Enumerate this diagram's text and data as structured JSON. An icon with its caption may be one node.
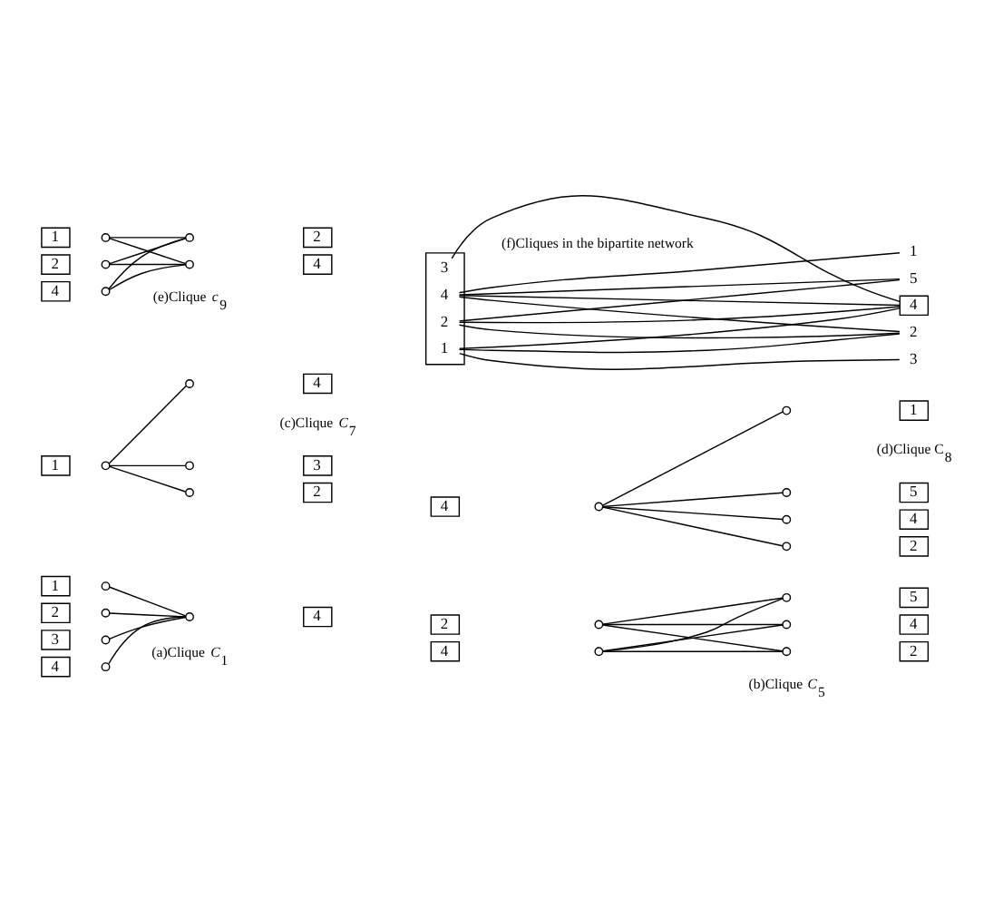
{
  "diagram": {
    "nodes": [
      {
        "text": [
          "1"
        ]
      },
      {
        "text": [
          "2"
        ]
      },
      {
        "text": [
          "3"
        ]
      },
      {
        "text": [
          "4"
        ]
      },
      {
        "text": [],
        "shape": "circle"
      },
      {
        "text": [],
        "shape": "circle"
      },
      {
        "text": [],
        "shape": "circle"
      },
      {
        "text": [],
        "shape": "circle"
      },
      {
        "text": [],
        "shape": "circle"
      },
      {
        "text": [
          "4"
        ]
      },
      {
        "text": [
          "2"
        ]
      },
      {
        "text": [
          "4"
        ]
      },
      {
        "text": [],
        "shape": "circle"
      },
      {
        "text": [],
        "shape": "circle"
      },
      {
        "text": [],
        "shape": "circle"
      },
      {
        "text": [],
        "shape": "circle"
      },
      {
        "text": [],
        "shape": "circle"
      },
      {
        "text": [
          "2"
        ]
      },
      {
        "text": [
          "4"
        ]
      },
      {
        "text": [
          "5"
        ]
      },
      {
        "text": [
          "1"
        ]
      },
      {
        "text": [],
        "shape": "circle"
      },
      {
        "text": [],
        "shape": "circle"
      },
      {
        "text": [],
        "shape": "circle"
      },
      {
        "text": [],
        "shape": "circle"
      },
      {
        "text": [
          "2"
        ]
      },
      {
        "text": [
          "3"
        ]
      },
      {
        "text": [
          "4"
        ]
      },
      {
        "text": [
          "4"
        ]
      },
      {
        "text": [],
        "shape": "circle"
      },
      {
        "text": [],
        "shape": "circle"
      },
      {
        "text": [],
        "shape": "circle"
      },
      {
        "text": [],
        "shape": "circle"
      },
      {
        "text": [],
        "shape": "circle"
      },
      {
        "text": [
          "1"
        ]
      },
      {
        "text": [
          "2"
        ]
      },
      {
        "text": [
          "4"
        ]
      },
      {
        "text": [
          "5"
        ]
      },
      {
        "text": [
          "1"
        ]
      },
      {
        "text": [
          "2"
        ]
      },
      {
        "text": [
          "4"
        ]
      },
      {
        "text": [],
        "shape": "circle"
      },
      {
        "text": [],
        "shape": "circle"
      },
      {
        "text": [],
        "shape": "circle"
      },
      {
        "text": [],
        "shape": "circle"
      },
      {
        "text": [],
        "shape": "circle"
      },
      {
        "text": [
          "2"
        ]
      },
      {
        "text": [
          "4"
        ]
      },
      {
        "text": [],
        "shape": "box"
      },
      {
        "text": [
          "1"
        ],
        "in": 48
      },
      {
        "text": [
          "2"
        ],
        "in": 48
      },
      {
        "text": [
          "4"
        ],
        "in": 48
      },
      {
        "text": [
          "3"
        ],
        "in": 48
      },
      {
        "text": [
          "1"
        ]
      },
      {
        "text": [
          "5"
        ]
      },
      {
        "text": [
          "2"
        ]
      },
      {
        "text": [
          "4"
        ]
      },
      {
        "text": [
          "3"
        ]
      }
    ],
    "edges": [
      {
        "from": 4,
        "to": 8,
        "arrow": "none"
      },
      {
        "from": 5,
        "to": 8,
        "arrow": "none"
      },
      {
        "from": 6,
        "to": 8,
        "arrow": "none"
      },
      {
        "from": 7,
        "to": 8,
        "arrow": "none"
      },
      {
        "from": 12,
        "to": 14,
        "arrow": "none"
      },
      {
        "from": 12,
        "to": 15,
        "arrow": "none"
      },
      {
        "from": 12,
        "to": 16,
        "arrow": "none"
      },
      {
        "from": 13,
        "to": 14,
        "arrow": "none"
      },
      {
        "from": 13,
        "to": 15,
        "arrow": "none"
      },
      {
        "from": 13,
        "to": 16,
        "arrow": "none"
      },
      {
        "from": 21,
        "to": 22,
        "arrow": "none"
      },
      {
        "from": 21,
        "to": 23,
        "arrow": "none"
      },
      {
        "from": 21,
        "to": 24,
        "arrow": "none"
      },
      {
        "from": 29,
        "to": 30,
        "arrow": "none"
      },
      {
        "from": 29,
        "to": 31,
        "arrow": "none"
      },
      {
        "from": 29,
        "to": 32,
        "arrow": "none"
      },
      {
        "from": 29,
        "to": 33,
        "arrow": "none"
      },
      {
        "from": 41,
        "to": 44,
        "arrow": "none"
      },
      {
        "from": 41,
        "to": 45,
        "arrow": "none"
      },
      {
        "from": 42,
        "to": 44,
        "arrow": "none"
      },
      {
        "from": 42,
        "to": 45,
        "arrow": "none"
      },
      {
        "from": 43,
        "to": 44,
        "arrow": "none"
      },
      {
        "from": 43,
        "to": 45,
        "arrow": "none"
      },
      {
        "from": 49,
        "to": 55,
        "arrow": "none"
      },
      {
        "from": 49,
        "to": 56,
        "arrow": "none"
      },
      {
        "from": 49,
        "to": 57,
        "arrow": "none"
      },
      {
        "from": 50,
        "to": 54,
        "arrow": "none"
      },
      {
        "from": 50,
        "to": 55,
        "arrow": "none"
      },
      {
        "from": 50,
        "to": 56,
        "arrow": "none"
      },
      {
        "from": 51,
        "to": 53,
        "arrow": "none"
      },
      {
        "from": 51,
        "to": 54,
        "arrow": "none"
      },
      {
        "from": 51,
        "to": 55,
        "arrow": "none"
      },
      {
        "from": 51,
        "to": 56,
        "arrow": "none"
      },
      {
        "from": 52,
        "to": 56,
        "arrow": "none"
      }
    ],
    "labels": [
      "(a)Clique *C*$_{1}$",
      "(b)Clique *C*$_{5}$",
      "(c)Clique *C*$_{7}$",
      "(d)Clique C$_{8}$",
      "(e)Clique *c*$_{9}$",
      "(f)Cliques in the bipartite network"
    ]
  }
}
